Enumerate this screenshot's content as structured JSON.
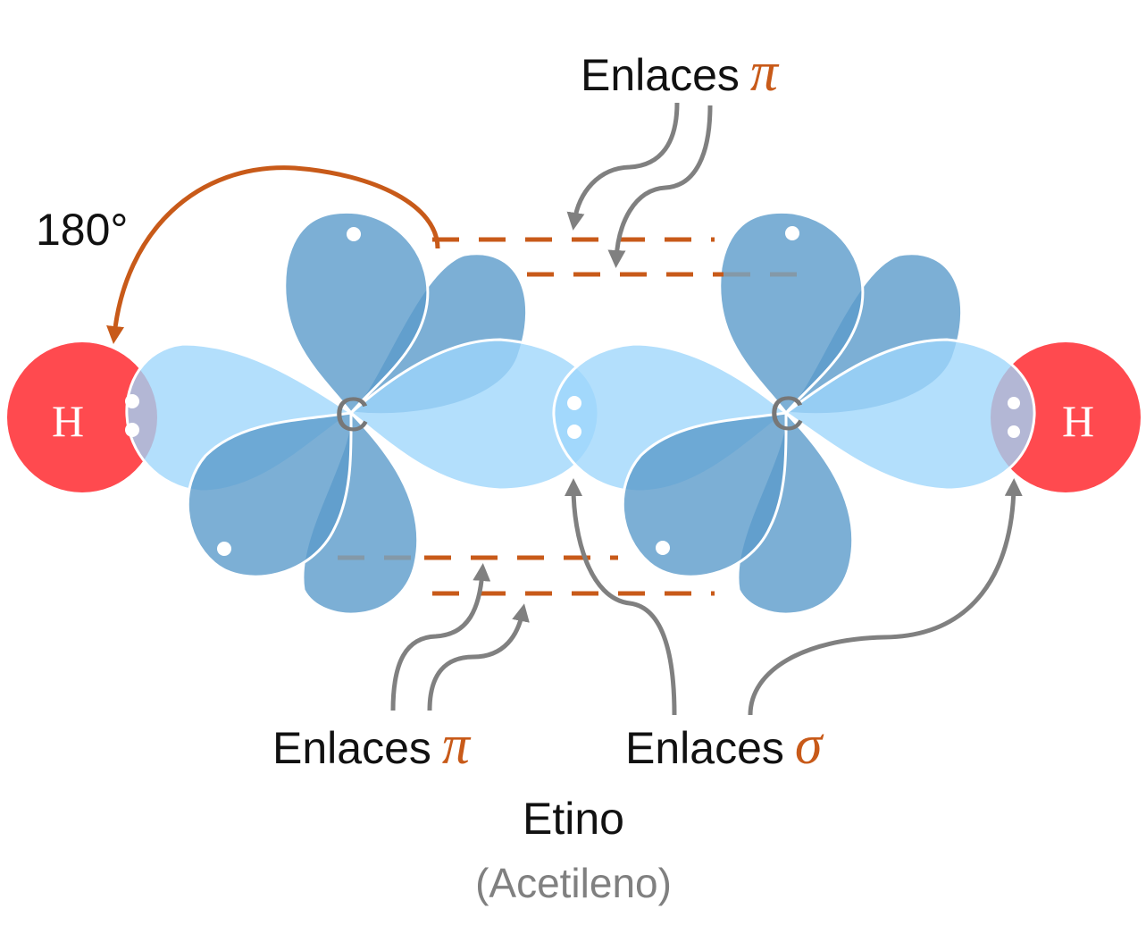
{
  "labels": {
    "pi_top": "Enlaces",
    "pi_bottom": "Enlaces",
    "sigma": "Enlaces",
    "pi_symbol": "π",
    "sigma_symbol": "σ",
    "angle": "180°",
    "hydrogen_left": "H",
    "hydrogen_right": "H",
    "carbon_left": "C",
    "carbon_right": "C",
    "title": "Etino",
    "subtitle": "(Acetileno)"
  },
  "colors": {
    "accent": "#c85a19",
    "hydrogen": "#ff4a4f",
    "p_orbital": "#5b9bcb",
    "sp_orbital": "#9dd6fb",
    "arrow": "#808080"
  }
}
